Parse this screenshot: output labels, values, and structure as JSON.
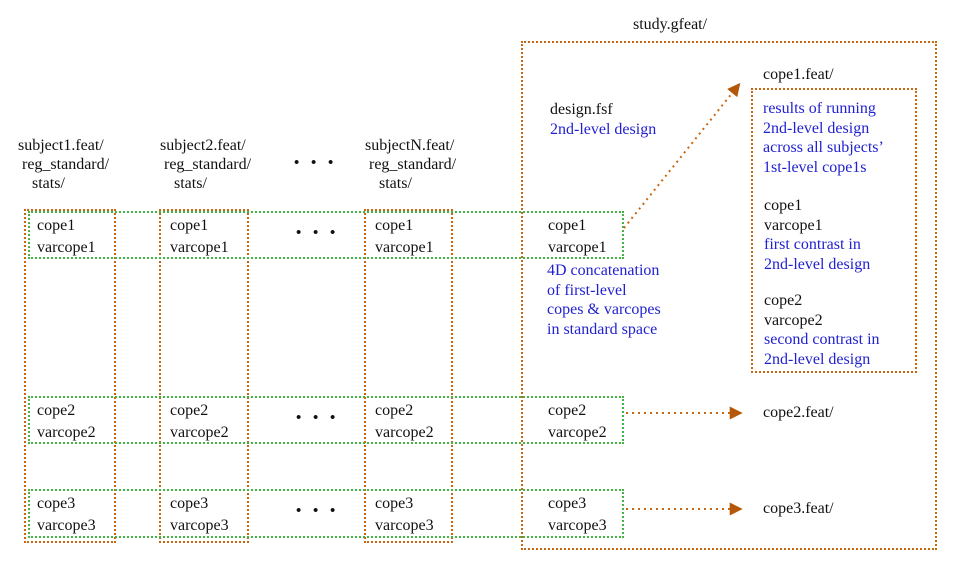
{
  "colors": {
    "orange": "#c9660f",
    "green": "#44b544",
    "blue": "#2121d1",
    "arrowhead": "#b35708",
    "ink": "#111111",
    "bg": "#ffffff"
  },
  "subjects": [
    {
      "lines": [
        "subject1.feat/",
        "reg_standard/",
        "stats/"
      ]
    },
    {
      "lines": [
        "subject2.feat/",
        "reg_standard/",
        "stats/"
      ]
    },
    {
      "lines": [
        "subjectN.feat/",
        "reg_standard/",
        "stats/"
      ]
    }
  ],
  "ellipsis": "• • •",
  "rows": [
    {
      "cope": "cope1",
      "varcope": "varcope1"
    },
    {
      "cope": "cope2",
      "varcope": "varcope2"
    },
    {
      "cope": "cope3",
      "varcope": "varcope3"
    }
  ],
  "study": {
    "title": "study.gfeat/",
    "design_file": "design.fsf",
    "design_note": "2nd-level design",
    "concat_note": [
      "4D concatenation",
      "of first-level",
      "copes & varcopes",
      "in standard space"
    ],
    "cope1_feat": {
      "label": "cope1.feat/",
      "results_note": [
        "results of running",
        "2nd-level design",
        "across all subjects’",
        "1st-level cope1s"
      ],
      "contrast1": {
        "cope": "cope1",
        "varcope": "varcope1",
        "note": [
          "first contrast in",
          "2nd-level design"
        ]
      },
      "contrast2": {
        "cope": "cope2",
        "varcope": "varcope2",
        "note": [
          "second contrast in",
          "2nd-level design"
        ]
      }
    },
    "cope2_feat_label": "cope2.feat/",
    "cope3_feat_label": "cope3.feat/"
  }
}
